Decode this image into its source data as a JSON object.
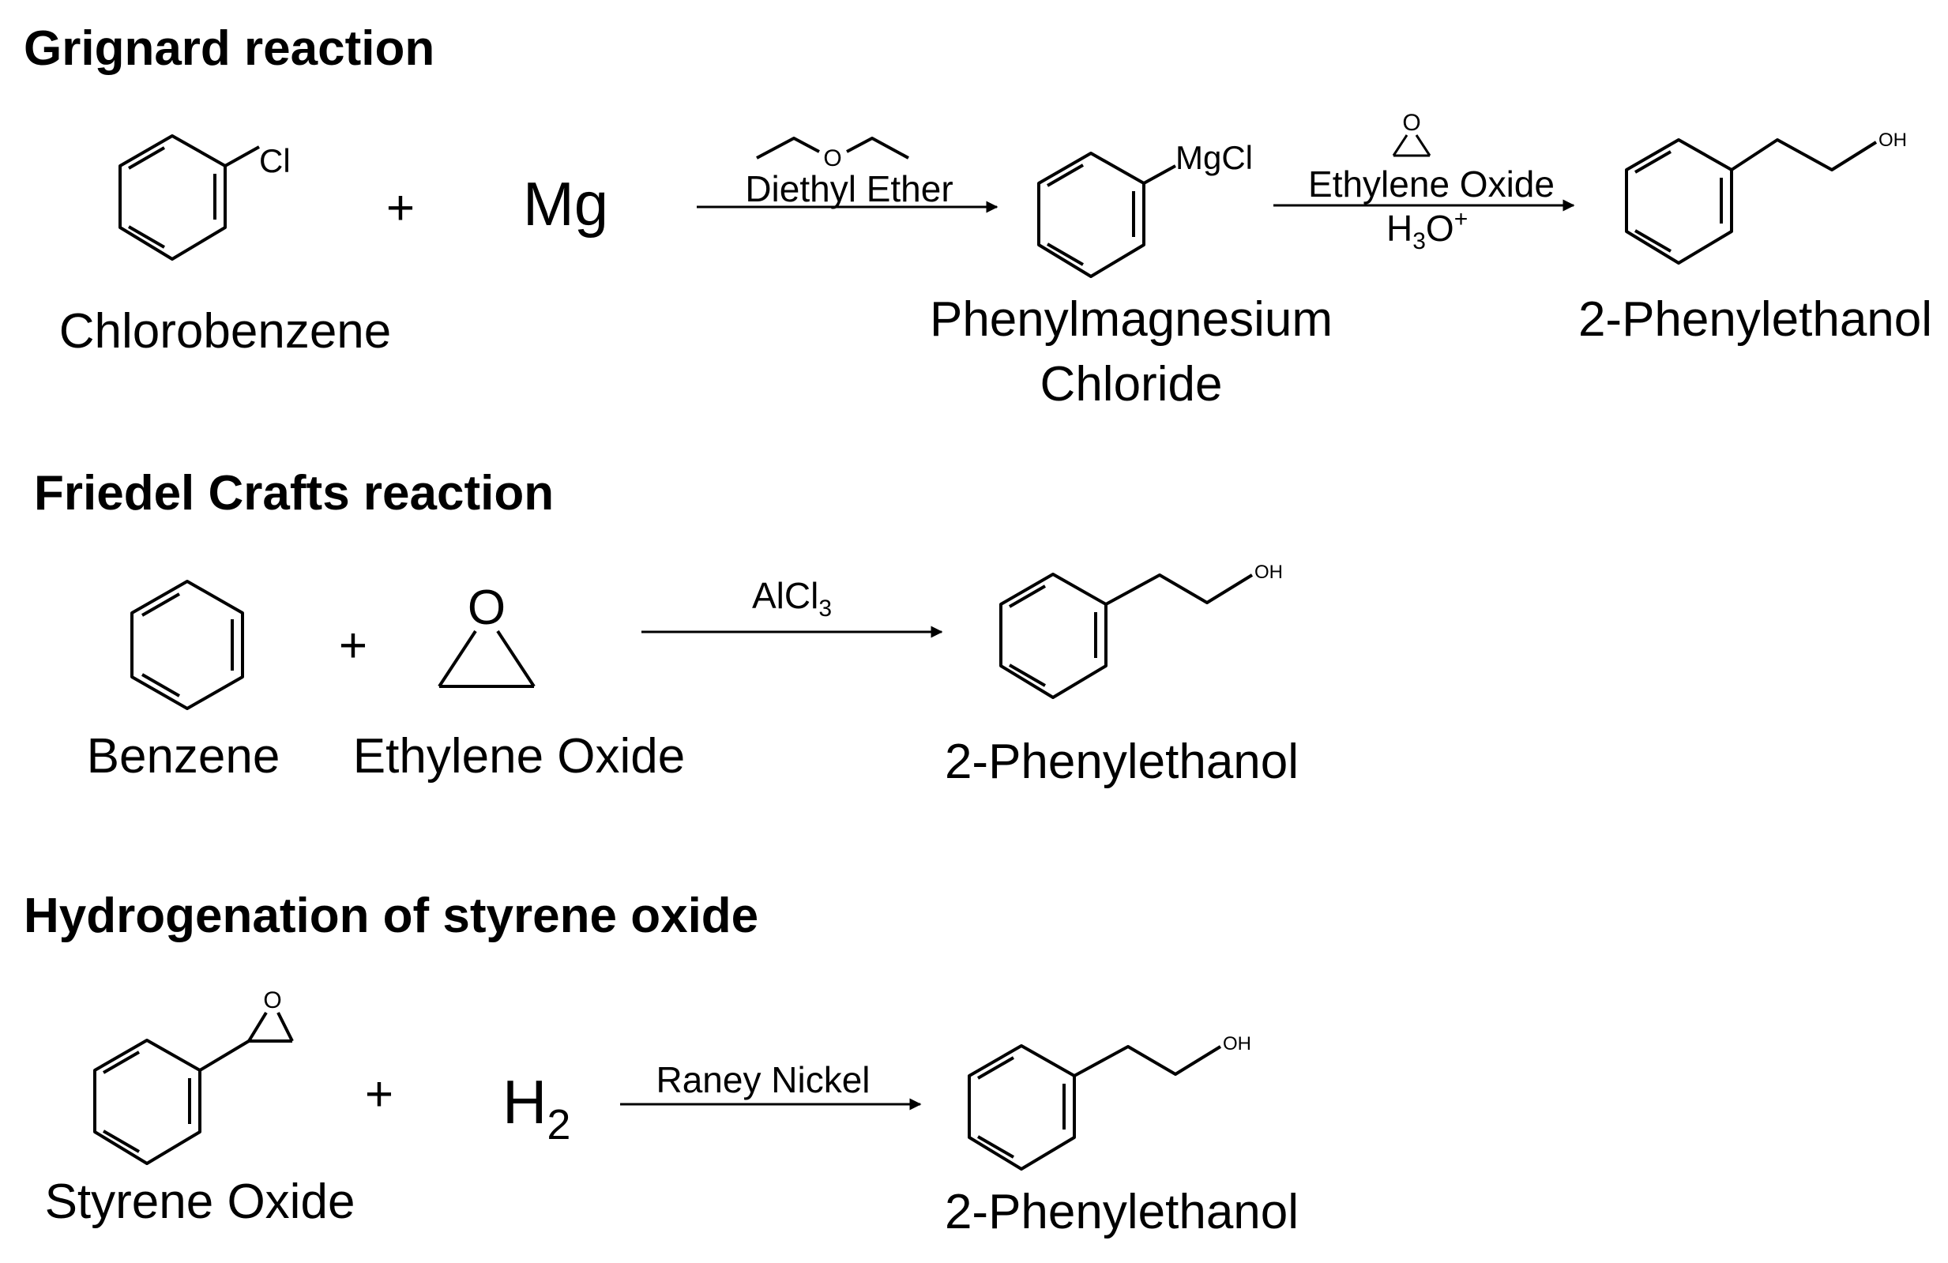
{
  "sections": [
    {
      "title": "Grignard reaction",
      "reactant1": "Chlorobenzene",
      "reactant1_atom": "Cl",
      "plus": "+",
      "reactant2": "Mg",
      "step1_reagent": "Diethyl Ether",
      "step1_reagent_atom": "O",
      "intermediate_line1": "Phenylmagnesium",
      "intermediate_line2": "Chloride",
      "intermediate_atom": "MgCl",
      "step2_reagent": "Ethylene Oxide",
      "step2_reagent_atom": "O",
      "step2_acid": "H",
      "step2_acid_sub": "3",
      "step2_acid_o": "O",
      "step2_acid_sup": "+",
      "product": "2-Phenylethanol",
      "product_atom": "OH"
    },
    {
      "title": "Friedel Crafts reaction",
      "reactant1": "Benzene",
      "plus": "+",
      "reactant2": "Ethylene Oxide",
      "reactant2_atom": "O",
      "catalyst": "AlCl",
      "catalyst_sub": "3",
      "product": "2-Phenylethanol",
      "product_atom": "OH"
    },
    {
      "title": "Hydrogenation of styrene oxide",
      "reactant1": "Styrene Oxide",
      "reactant1_atom": "O",
      "plus": "+",
      "reactant2": "H",
      "reactant2_sub": "2",
      "catalyst": "Raney Nickel",
      "product": "2-Phenylethanol",
      "product_atom": "OH"
    }
  ]
}
